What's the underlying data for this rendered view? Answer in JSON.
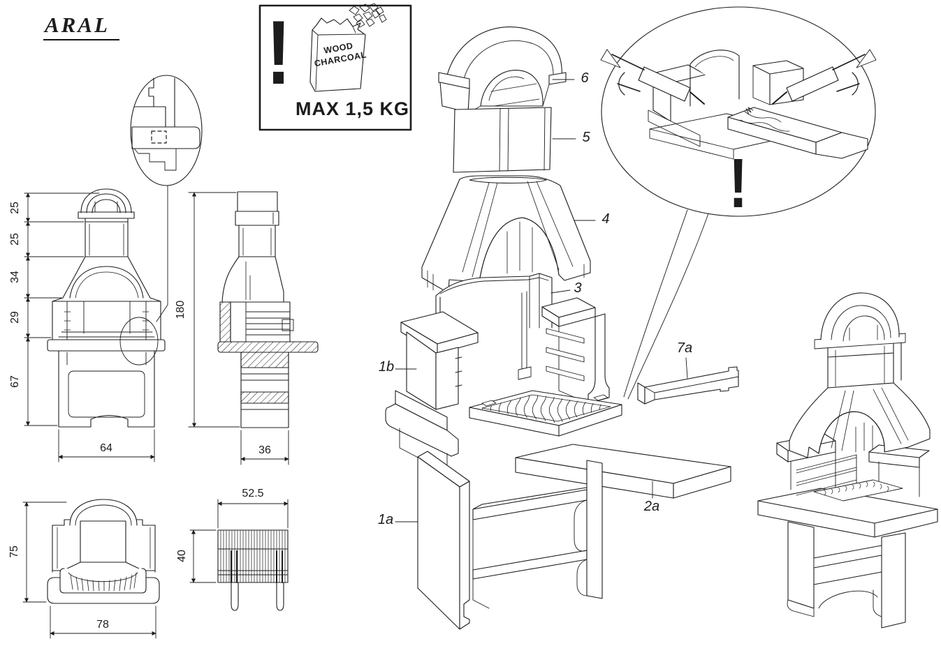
{
  "brand": {
    "name": "ARAL"
  },
  "warning": {
    "exclamation": "!",
    "bag_line1": "WOOD",
    "bag_line2": "CHARCOAL",
    "max_label": "MAX 1,5 KG"
  },
  "views": {
    "front": {
      "dims": [
        "25",
        "25",
        "34",
        "29",
        "67"
      ],
      "width_dim": "64"
    },
    "side": {
      "height_dim": "180",
      "width_dim": "36"
    },
    "hood_front": {
      "height_dim": "75",
      "width_dim": "78"
    },
    "grate": {
      "width_dim": "52.5",
      "height_dim": "40"
    }
  },
  "exploded": {
    "labels": {
      "p6": "6",
      "p5": "5",
      "p4": "4",
      "p3": "3",
      "p1b": "1b",
      "p7a": "7a",
      "p2a": "2a",
      "p1a": "1a"
    }
  },
  "detail_bubble": {
    "exclamation": "!"
  },
  "colors": {
    "line": "#1c1c1c",
    "background": "#ffffff"
  }
}
